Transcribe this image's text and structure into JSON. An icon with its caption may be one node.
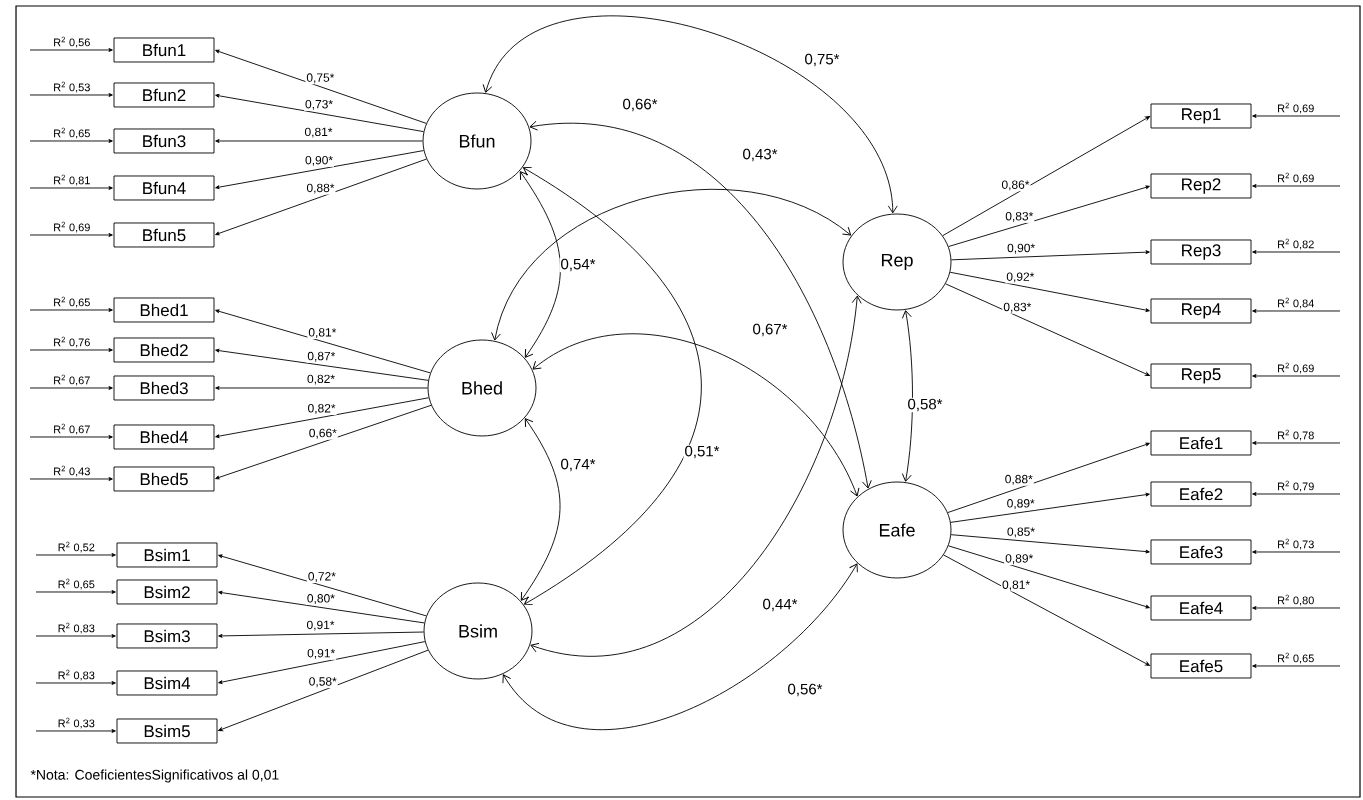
{
  "diagram": {
    "nodes": [
      {
        "text": [
          "Bfun"
        ]
      },
      {
        "text": [
          "Bhed"
        ]
      },
      {
        "text": [
          "Bsim"
        ]
      },
      {
        "text": [
          "Rep"
        ]
      },
      {
        "text": [
          "Eafe"
        ]
      },
      {
        "text": [
          "Bfun1"
        ]
      },
      {
        "text": [
          "Bfun2"
        ]
      },
      {
        "text": [
          "Bfun3"
        ]
      },
      {
        "text": [
          "Bfun4"
        ]
      },
      {
        "text": [
          "Bfun5"
        ]
      },
      {
        "text": [
          "Bhed1"
        ]
      },
      {
        "text": [
          "Bhed2"
        ]
      },
      {
        "text": [
          "Bhed3"
        ]
      },
      {
        "text": [
          "Bhed4"
        ]
      },
      {
        "text": [
          "Bhed5"
        ]
      },
      {
        "text": [
          "Bsim1"
        ]
      },
      {
        "text": [
          "Bsim2"
        ]
      },
      {
        "text": [
          "Bsim3"
        ]
      },
      {
        "text": [
          "Bsim4"
        ]
      },
      {
        "text": [
          "Bsim5"
        ]
      },
      {
        "text": [
          "Rep1"
        ]
      },
      {
        "text": [
          "Rep2"
        ]
      },
      {
        "text": [
          "Rep3"
        ]
      },
      {
        "text": [
          "Rep4"
        ]
      },
      {
        "text": [
          "Rep5"
        ]
      },
      {
        "text": [
          "Eafe1"
        ]
      },
      {
        "text": [
          "Eafe2"
        ]
      },
      {
        "text": [
          "Eafe3"
        ]
      },
      {
        "text": [
          "Eafe4"
        ]
      },
      {
        "text": [
          "Eafe5"
        ]
      }
    ],
    "edges": [
      {
        "from": 0,
        "to": 5,
        "arrow": "to",
        "label": "0,75*"
      },
      {
        "from": 0,
        "to": 6,
        "arrow": "to",
        "label": "0,73*"
      },
      {
        "from": 0,
        "to": 7,
        "arrow": "to",
        "label": "0,81*"
      },
      {
        "from": 0,
        "to": 8,
        "arrow": "to",
        "label": "0,90*"
      },
      {
        "from": 0,
        "to": 9,
        "arrow": "to",
        "label": "0,88*"
      },
      {
        "from": 1,
        "to": 10,
        "arrow": "to",
        "label": "0,81*"
      },
      {
        "from": 1,
        "to": 11,
        "arrow": "to",
        "label": "0,87*"
      },
      {
        "from": 1,
        "to": 12,
        "arrow": "to",
        "label": "0,82*"
      },
      {
        "from": 1,
        "to": 13,
        "arrow": "to",
        "label": "0,82*"
      },
      {
        "from": 1,
        "to": 14,
        "arrow": "to",
        "label": "0,66*"
      },
      {
        "from": 2,
        "to": 15,
        "arrow": "to",
        "label": "0,72*"
      },
      {
        "from": 2,
        "to": 16,
        "arrow": "to",
        "label": "0,80*"
      },
      {
        "from": 2,
        "to": 17,
        "arrow": "to",
        "label": "0,91*"
      },
      {
        "from": 2,
        "to": 18,
        "arrow": "to",
        "label": "0,91*"
      },
      {
        "from": 2,
        "to": 19,
        "arrow": "to",
        "label": "0,58*"
      },
      {
        "from": 3,
        "to": 20,
        "arrow": "to",
        "label": "0,86*"
      },
      {
        "from": 3,
        "to": 21,
        "arrow": "to",
        "label": "0,83*"
      },
      {
        "from": 3,
        "to": 22,
        "arrow": "to",
        "label": "0,90*"
      },
      {
        "from": 3,
        "to": 23,
        "arrow": "to",
        "label": "0,92*"
      },
      {
        "from": 3,
        "to": 24,
        "arrow": "to",
        "label": "0,83*"
      },
      {
        "from": 4,
        "to": 25,
        "arrow": "to",
        "label": "0,88*"
      },
      {
        "from": 4,
        "to": 26,
        "arrow": "to",
        "label": "0,89*"
      },
      {
        "from": 4,
        "to": 27,
        "arrow": "to",
        "label": "0,85*"
      },
      {
        "from": 4,
        "to": 28,
        "arrow": "to",
        "label": "0,89*"
      },
      {
        "from": 4,
        "to": 29,
        "arrow": "to",
        "label": "0,81*"
      },
      {
        "from": null,
        "to": 5,
        "arrow": "to",
        "label": "R$^{2}$ 0,56"
      },
      {
        "from": null,
        "to": 6,
        "arrow": "to",
        "label": "R$^{2}$ 0,53"
      },
      {
        "from": null,
        "to": 7,
        "arrow": "to",
        "label": "R$^{2}$ 0,65"
      },
      {
        "from": null,
        "to": 8,
        "arrow": "to",
        "label": "R$^{2}$ 0,81"
      },
      {
        "from": null,
        "to": 9,
        "arrow": "to",
        "label": "R$^{2}$ 0,69"
      },
      {
        "from": null,
        "to": 10,
        "arrow": "to",
        "label": "R$^{2}$ 0,65"
      },
      {
        "from": null,
        "to": 11,
        "arrow": "to",
        "label": "R$^{2}$ 0,76"
      },
      {
        "from": null,
        "to": 12,
        "arrow": "to",
        "label": "R$^{2}$ 0,67"
      },
      {
        "from": null,
        "to": 13,
        "arrow": "to",
        "label": "R$^{2}$ 0,67"
      },
      {
        "from": null,
        "to": 14,
        "arrow": "to",
        "label": "R$^{2}$ 0,43"
      },
      {
        "from": null,
        "to": 15,
        "arrow": "to",
        "label": "R$^{2}$ 0,52"
      },
      {
        "from": null,
        "to": 16,
        "arrow": "to",
        "label": "R$^{2}$ 0,65"
      },
      {
        "from": null,
        "to": 17,
        "arrow": "to",
        "label": "R$^{2}$ 0,83"
      },
      {
        "from": null,
        "to": 18,
        "arrow": "to",
        "label": "R$^{2}$ 0,83"
      },
      {
        "from": null,
        "to": 19,
        "arrow": "to",
        "label": "R$^{2}$ 0,33"
      },
      {
        "from": null,
        "to": 20,
        "arrow": "to",
        "label": "R$^{2}$ 0,69"
      },
      {
        "from": null,
        "to": 21,
        "arrow": "to",
        "label": "R$^{2}$ 0,69"
      },
      {
        "from": null,
        "to": 22,
        "arrow": "to",
        "label": "R$^{2}$ 0,82"
      },
      {
        "from": null,
        "to": 23,
        "arrow": "to",
        "label": "R$^{2}$ 0,84"
      },
      {
        "from": null,
        "to": 24,
        "arrow": "to",
        "label": "R$^{2}$ 0,69"
      },
      {
        "from": null,
        "to": 25,
        "arrow": "to",
        "label": "R$^{2}$ 0,78"
      },
      {
        "from": null,
        "to": 26,
        "arrow": "to",
        "label": "R$^{2}$ 0,79"
      },
      {
        "from": null,
        "to": 27,
        "arrow": "to",
        "label": "R$^{2}$ 0,73"
      },
      {
        "from": null,
        "to": 28,
        "arrow": "to",
        "label": "R$^{2}$ 0,80"
      },
      {
        "from": null,
        "to": 29,
        "arrow": "to",
        "label": "R$^{2}$ 0,65"
      },
      {
        "from": 0,
        "to": 3,
        "arrow": "both",
        "label": "0,75*"
      },
      {
        "from": 0,
        "to": 4,
        "arrow": "both",
        "label": "0,66*"
      },
      {
        "from": 1,
        "to": 3,
        "arrow": "both",
        "label": "0,43*"
      },
      {
        "from": 0,
        "to": 1,
        "arrow": "both",
        "label": "0,54*"
      },
      {
        "from": 1,
        "to": 4,
        "arrow": "both",
        "label": "0,67*"
      },
      {
        "from": 0,
        "to": 2,
        "arrow": "both",
        "label": "0,51*"
      },
      {
        "from": 1,
        "to": 2,
        "arrow": "both",
        "label": "0,74*"
      },
      {
        "from": 2,
        "to": 3,
        "arrow": "both",
        "label": "0,44*"
      },
      {
        "from": 2,
        "to": 4,
        "arrow": "both",
        "label": "0,56*"
      },
      {
        "from": 3,
        "to": 4,
        "arrow": "both",
        "label": "0,58*"
      }
    ],
    "labels": [
      "*Nota: CoeficientesSignificativos al 0,01"
    ]
  }
}
